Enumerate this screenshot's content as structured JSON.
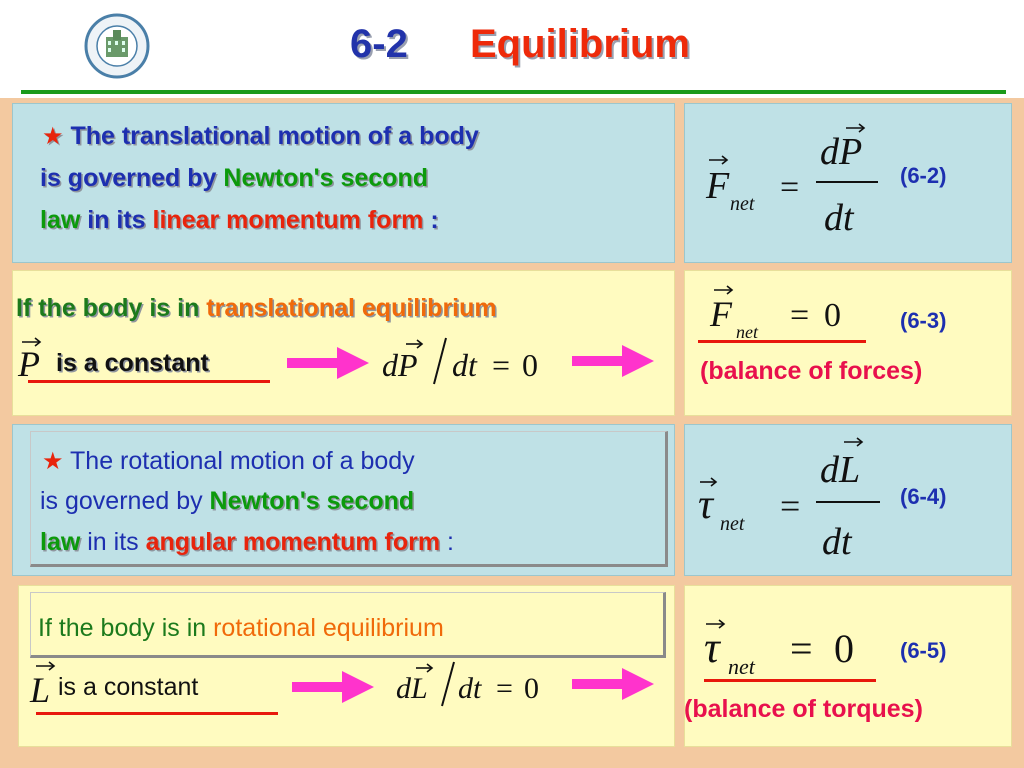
{
  "header": {
    "section_number": "6-2",
    "title": "Equilibrium"
  },
  "colors": {
    "title_blue": "#2233aa",
    "title_red": "#ee2a0a",
    "accent_green": "#1a9a1a",
    "arrow_magenta": "#ff33cc",
    "underline_red": "#e8180c"
  },
  "translational": {
    "star": "★",
    "line1": "The translational motion of a body",
    "line2_prefix": "is governed by ",
    "line2_highlight": "Newton's second",
    "line3_highlight": "law",
    "line3_mid": " in its ",
    "line3_form": "linear momentum form",
    "line3_end": " :",
    "eq_tag": "(6-2)",
    "cond_prefix": "If the body is in ",
    "cond_highlight": "translational equilibrium",
    "constant_text": "is a constant",
    "result_tag": "(6-3)",
    "result_caption": "(balance of forces)"
  },
  "rotational": {
    "star": "★",
    "line1": "The rotational motion of a body",
    "line2_prefix": "is governed by ",
    "line2_highlight": "Newton's second",
    "line3_highlight": "law",
    "line3_mid": " in its ",
    "line3_form": "angular momentum form",
    "line3_end": " :",
    "eq_tag": "(6-4)",
    "cond_prefix": "If the body is in ",
    "cond_highlight": "rotational equilibrium",
    "constant_text": "is a constant",
    "result_tag": "(6-5)",
    "result_caption": "(balance of torques)"
  },
  "icons": {
    "logo": "university-seal-icon",
    "arrow": "right-arrow-icon",
    "star": "star-icon"
  }
}
